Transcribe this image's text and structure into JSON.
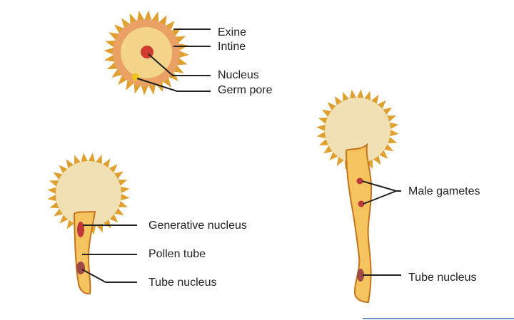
{
  "labels": {
    "exine": "Exine",
    "intine": "Intine",
    "nucleus": "Nucleus",
    "germ_pore": "Germ pore",
    "generative_nucleus": "Generative nucleus",
    "pollen_tube": "Pollen tube",
    "tube_nucleus_1": "Tube nucleus",
    "male_gametes": "Male gametes",
    "tube_nucleus_2": "Tube nucleus"
  },
  "colors": {
    "spike": "#e0a030",
    "exine": "#eba066",
    "intine": "#f4d48a",
    "nucleus": "#d03a30",
    "germ_pore": "#f0c419",
    "grain_body": "#f0e0b4",
    "tube_fill": "#f6c45e",
    "tube_stroke": "#c4741e",
    "tube_nucleus": "#a04a45",
    "gamete": "#c0373a",
    "text": "#222222"
  }
}
